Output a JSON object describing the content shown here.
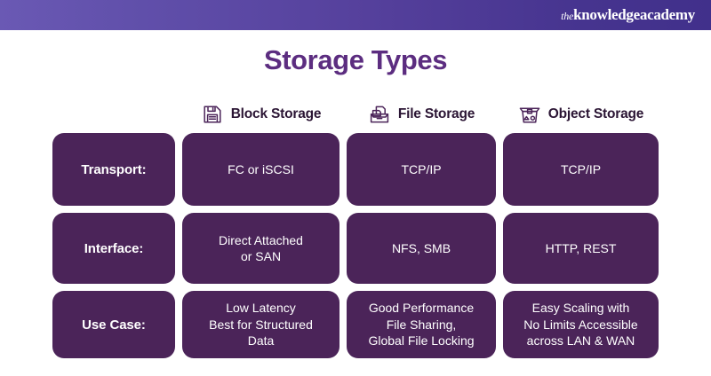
{
  "banner": {
    "logo_prefix": "the",
    "logo_name": "knowledgeacademy",
    "gradient_from": "#6a59b4",
    "gradient_to": "#41308b"
  },
  "title": "Storage Types",
  "theme": {
    "title_color": "#5c2d80",
    "cell_bg": "#4b2459",
    "cell_text": "#ffffff",
    "header_text": "#2b1534"
  },
  "table": {
    "corner_label": "",
    "columns": [
      {
        "label": "Block Storage",
        "icon": "floppy-disk-icon"
      },
      {
        "label": "File Storage",
        "icon": "file-drawer-icon"
      },
      {
        "label": "Object Storage",
        "icon": "bucket-icon"
      }
    ],
    "rows": [
      {
        "label": "Transport:",
        "cells": [
          {
            "lines": [
              "FC or iSCSI"
            ]
          },
          {
            "lines": [
              "TCP/IP"
            ]
          },
          {
            "lines": [
              "TCP/IP"
            ]
          }
        ]
      },
      {
        "label": "Interface:",
        "cells": [
          {
            "lines": [
              "Direct Attached",
              "or SAN"
            ]
          },
          {
            "lines": [
              "NFS, SMB"
            ]
          },
          {
            "lines": [
              "HTTP, REST"
            ]
          }
        ]
      },
      {
        "label": "Use Case:",
        "cells": [
          {
            "lines": [
              "Low Latency",
              "Best for Structured",
              "Data"
            ]
          },
          {
            "lines": [
              "Good Performance",
              "File Sharing,",
              "Global File Locking"
            ]
          },
          {
            "lines": [
              "Easy Scaling with",
              "No Limits Accessible",
              "across LAN & WAN"
            ]
          }
        ]
      }
    ]
  }
}
